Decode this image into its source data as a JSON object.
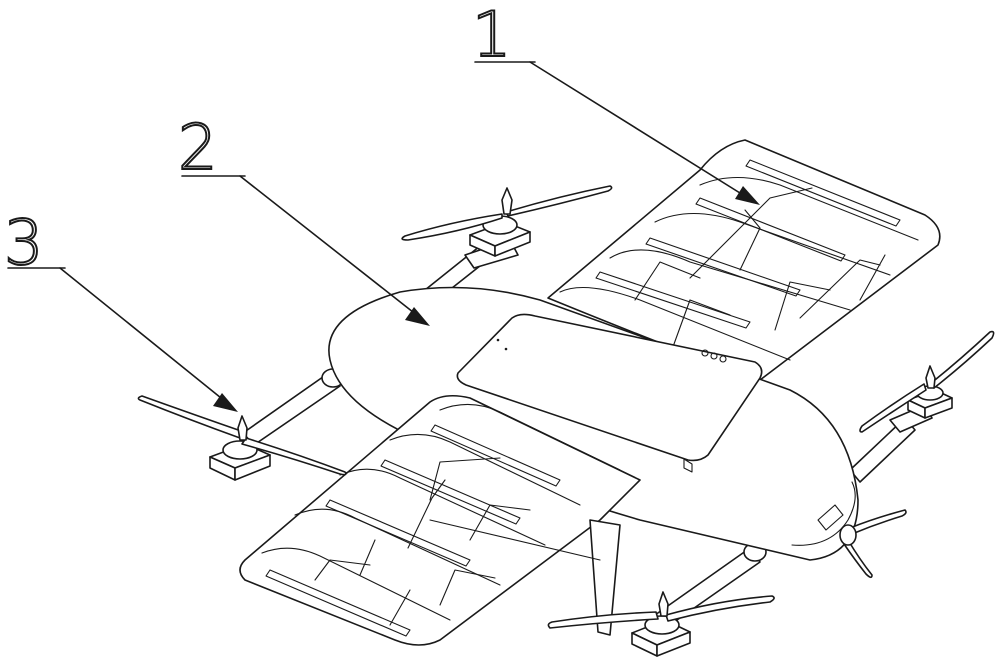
{
  "callouts": [
    {
      "id": "1",
      "label": "1"
    },
    {
      "id": "2",
      "label": "2"
    },
    {
      "id": "3",
      "label": "3"
    }
  ],
  "colors": {
    "ink": "#1a1a1a",
    "paper": "#ffffff"
  },
  "icons": [
    "propeller-icon",
    "motor-icon",
    "leader-arrow-icon"
  ]
}
